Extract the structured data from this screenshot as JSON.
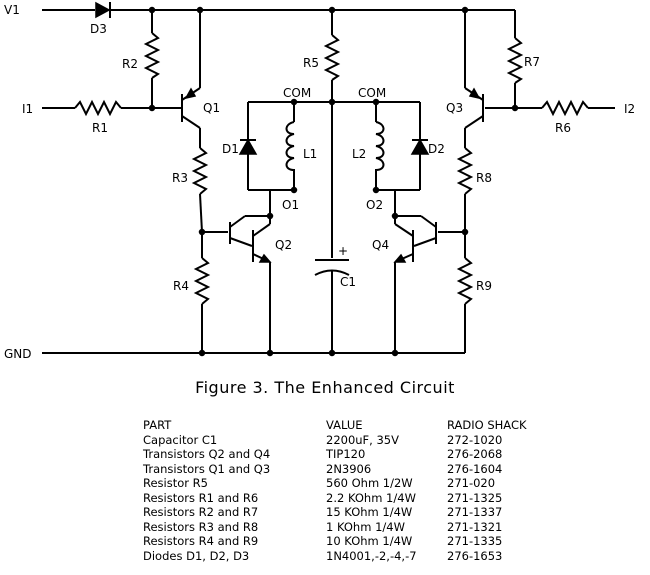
{
  "schematic": {
    "inputs": {
      "v1": "V1",
      "i1": "I1",
      "i2": "I2",
      "gnd": "GND"
    },
    "labels": {
      "d1": "D1",
      "d2": "D2",
      "d3": "D3",
      "l1": "L1",
      "l2": "L2",
      "r1": "R1",
      "r2": "R2",
      "r3": "R3",
      "r4": "R4",
      "r5": "R5",
      "r6": "R6",
      "r7": "R7",
      "r8": "R8",
      "r9": "R9",
      "q1": "Q1",
      "q2": "Q2",
      "q3": "Q3",
      "q4": "Q4",
      "c1": "C1",
      "c1_polarity": "+",
      "com_left": "COM",
      "com_right": "COM",
      "o1": "O1",
      "o2": "O2"
    }
  },
  "caption": "Figure 3.  The Enhanced Circuit",
  "parts_table": {
    "headers": [
      "PART",
      "VALUE",
      "RADIO SHACK"
    ],
    "rows": [
      [
        "Capacitor C1",
        "2200uF, 35V",
        "272-1020"
      ],
      [
        "Transistors Q2 and Q4",
        "TIP120",
        "276-2068"
      ],
      [
        "Transistors Q1 and Q3",
        "2N3906",
        "276-1604"
      ],
      [
        "Resistor R5",
        "560 Ohm 1/2W",
        "271-020"
      ],
      [
        "Resistors R1 and R6",
        "2.2 KOhm 1/4W",
        "271-1325"
      ],
      [
        "Resistors R2 and R7",
        "15 KOhm 1/4W",
        "271-1337"
      ],
      [
        "Resistors R3 and R8",
        "1 KOhm 1/4W",
        "271-1321"
      ],
      [
        "Resistors R4 and R9",
        "10 KOhm 1/4W",
        "271-1335"
      ],
      [
        "Diodes D1, D2, D3",
        "1N4001,-2,-4,-7",
        "276-1653"
      ]
    ]
  }
}
